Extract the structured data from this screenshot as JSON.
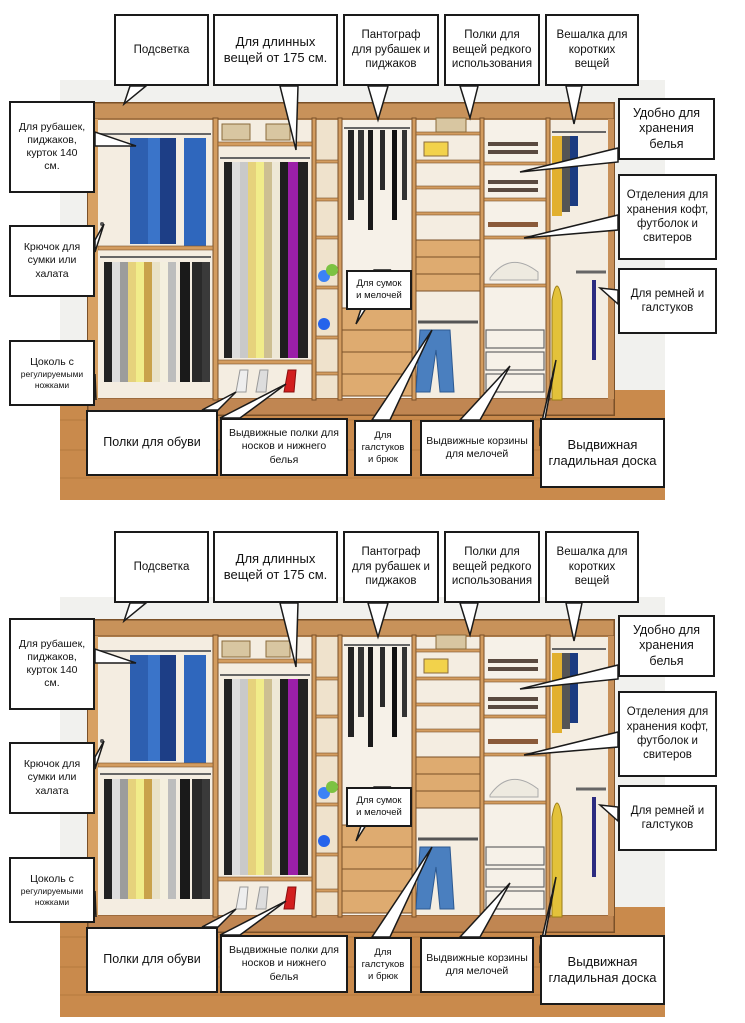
{
  "callouts": {
    "lighting": "Подсветка",
    "long_clothes": "Для длинных\nвещей от 175 см.",
    "pantograph": "Пантограф\nдля рубашек и\nпиджаков",
    "rare_shelves": "Полки для\nвещей редкого\nиспользования",
    "short_hanger": "Вешалка для\nкоротких вещей",
    "shirts_140": "Для рубашек,\nпиджаков,\nкурток 140\nсм.",
    "underwear": "Удобно для\nхранения белья",
    "sweaters": "Отделения для\nхранения кофт,\nфутболок  и\nсвитеров",
    "hook": "Крючок для\nсумки или\nхалата",
    "bags_small": "Для сумок\nи мелочей",
    "belts_ties": "Для  ремней и\nгалстуков",
    "plinth_title": "Цоколь с",
    "plinth_sub": "регулируемыми\nножками",
    "shoe_shelves": "Полки для обуви",
    "drawers_socks": "Выдвижные полки для\nносков и нижнего белья",
    "ties_trousers": "Для\nгалстуков\nи брюк",
    "baskets": "Выдвижные корзины\nдля мелочей",
    "ironing_board": "Выдвижная\nгладильная  доска"
  }
}
